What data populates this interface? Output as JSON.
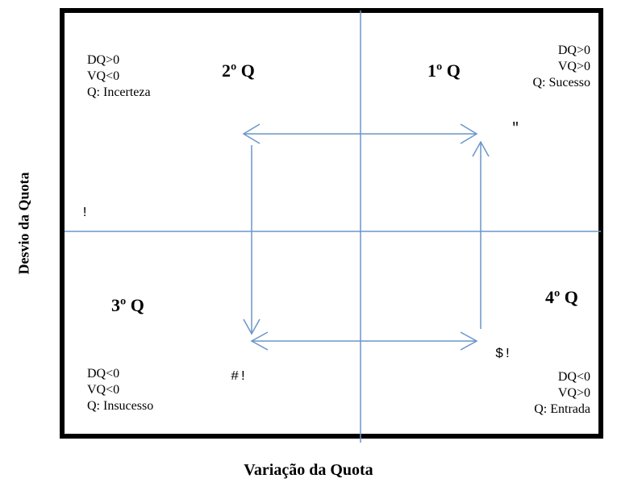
{
  "axes": {
    "y_label": "Desvio da Quota",
    "x_label": "Variação da Quota"
  },
  "quadrants": [
    {
      "title": "1º Q",
      "lines": [
        "DQ>0",
        "VQ>0",
        "Q: Sucesso"
      ]
    },
    {
      "title": "2º Q",
      "lines": [
        "DQ>0",
        "VQ<0",
        "Q: Incerteza"
      ]
    },
    {
      "title": "3º Q",
      "lines": [
        "DQ<0",
        "VQ<0",
        "Q: Insucesso"
      ]
    },
    {
      "title": "4º Q",
      "lines": [
        "DQ<0",
        "VQ>0",
        "Q: Entrada"
      ]
    }
  ],
  "marks": {
    "m1": "\"",
    "m2": "!",
    "m3": "#!",
    "m4": "$!"
  },
  "colors": {
    "axis_line": "#6a95c8",
    "frame": "#000000"
  }
}
